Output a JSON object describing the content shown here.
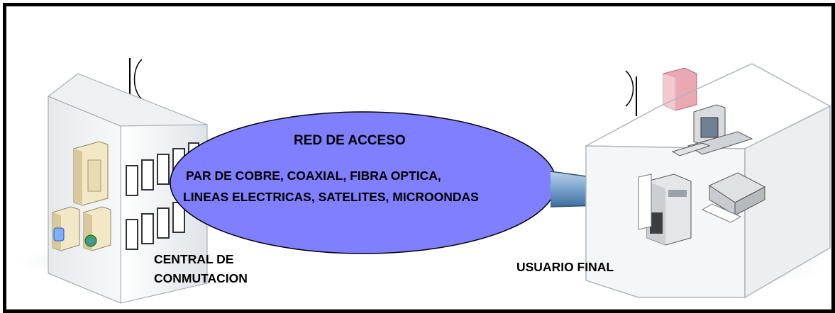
{
  "network": {
    "title": "RED DE ACCESO",
    "media_line_1": "PAR DE COBRE, COAXIAL, FIBRA OPTICA,",
    "media_line_2": "LINEAS ELECTRICAS, SATELITES, MICROONDAS"
  },
  "central": {
    "line_1": "CENTRAL DE",
    "line_2": "CONMUTACION"
  },
  "user": {
    "label": "USUARIO FINAL"
  },
  "colors": {
    "ellipse_fill": "#7f7fff",
    "pipe": "#7ea6cf",
    "chimney": "#e8a9b3",
    "frame": "#000000"
  }
}
